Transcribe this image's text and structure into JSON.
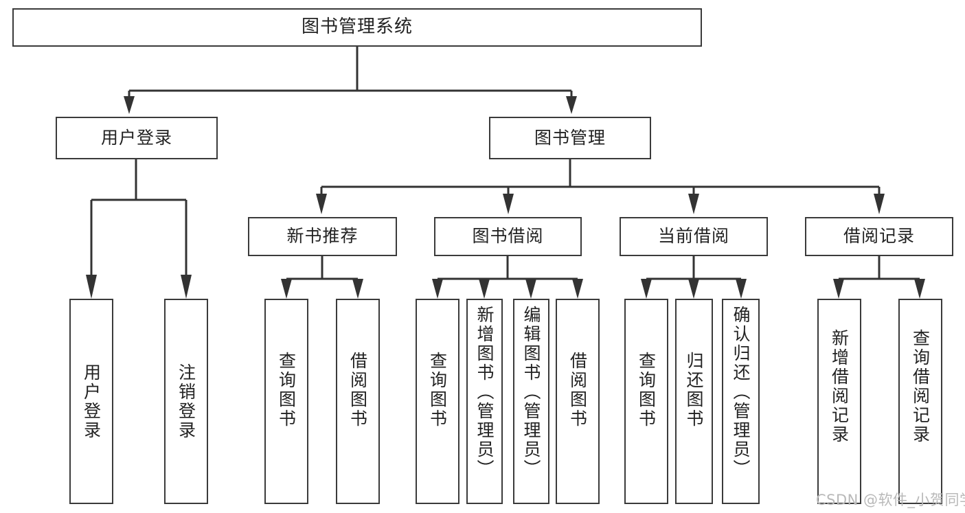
{
  "diagram": {
    "title": "图书管理系统",
    "type": "tree-hierarchy",
    "watermark": "CSDN @软件_小贺同学",
    "colors": {
      "box_border": "#3a3a3a",
      "box_fill": "#ffffff",
      "connector": "#333333",
      "text": "#222222",
      "watermark": "#b9b9b9",
      "background": "#ffffff"
    },
    "levels": {
      "root": "图书管理系统",
      "level2": [
        "用户登录",
        "图书管理"
      ],
      "level3": [
        "新书推荐",
        "图书借阅",
        "当前借阅",
        "借阅记录"
      ]
    },
    "nodes": {
      "root": {
        "label": "图书管理系统"
      },
      "user_login": {
        "label": "用户登录"
      },
      "book_manage": {
        "label": "图书管理"
      },
      "new_book_rec": {
        "label": "新书推荐"
      },
      "book_borrow": {
        "label": "图书借阅"
      },
      "current_borrow": {
        "label": "当前借阅"
      },
      "borrow_record": {
        "label": "借阅记录"
      },
      "leaf_user_login": {
        "label": "用户登录"
      },
      "leaf_logout": {
        "label": "注销登录"
      },
      "leaf_query_book_1": {
        "label": "查询图书"
      },
      "leaf_borrow_book_1": {
        "label": "借阅图书"
      },
      "leaf_query_book_2": {
        "label": "查询图书"
      },
      "leaf_add_book": {
        "label": "新增图书（管理员）"
      },
      "leaf_edit_book": {
        "label": "编辑图书（管理员）"
      },
      "leaf_borrow_book_2": {
        "label": "借阅图书"
      },
      "leaf_query_book_3": {
        "label": "查询图书"
      },
      "leaf_return_book": {
        "label": "归还图书"
      },
      "leaf_confirm_return": {
        "label": "确认归还（管理员）"
      },
      "leaf_add_record": {
        "label": "新增借阅记录"
      },
      "leaf_query_record": {
        "label": "查询借阅记录"
      }
    },
    "tree": [
      {
        "label": "图书管理系统",
        "children": [
          {
            "label": "用户登录",
            "children": [
              {
                "label": "用户登录"
              },
              {
                "label": "注销登录"
              }
            ]
          },
          {
            "label": "图书管理",
            "children": [
              {
                "label": "新书推荐",
                "children": [
                  {
                    "label": "查询图书"
                  },
                  {
                    "label": "借阅图书"
                  }
                ]
              },
              {
                "label": "图书借阅",
                "children": [
                  {
                    "label": "查询图书"
                  },
                  {
                    "label": "新增图书（管理员）"
                  },
                  {
                    "label": "编辑图书（管理员）"
                  },
                  {
                    "label": "借阅图书"
                  }
                ]
              },
              {
                "label": "当前借阅",
                "children": [
                  {
                    "label": "查询图书"
                  },
                  {
                    "label": "归还图书"
                  },
                  {
                    "label": "确认归还（管理员）"
                  }
                ]
              },
              {
                "label": "借阅记录",
                "children": [
                  {
                    "label": "新增借阅记录"
                  },
                  {
                    "label": "查询借阅记录"
                  }
                ]
              }
            ]
          }
        ]
      }
    ]
  }
}
